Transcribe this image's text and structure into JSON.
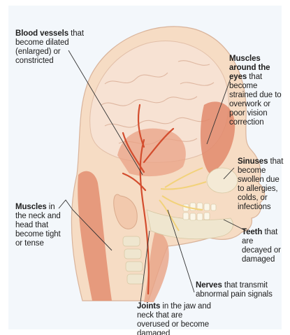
{
  "labels": {
    "blood_vessels": {
      "title": "Blood vessels",
      "text": "that become dilated (enlarged) or constricted"
    },
    "muscles_eyes": {
      "title": "Muscles around the eyes",
      "text": "that become strained due to overwork or poor vision correction"
    },
    "sinuses": {
      "title": "Sinuses",
      "text": "that become swollen due to allergies, colds, or infections"
    },
    "muscles_neck": {
      "title": "Muscles",
      "text": "in the neck and head that become tight or tense"
    },
    "teeth": {
      "title": "Teeth",
      "text": "that are decayed or damaged"
    },
    "nerves": {
      "title": "Nerves",
      "text": "that transmit abnormal pain signals"
    },
    "joints": {
      "title": "Joints",
      "text": "in the jaw and neck that are overused or become damaged"
    }
  },
  "colors": {
    "panel": "#f3f7fb",
    "skin": "#f6dcc4",
    "skin_dark": "#e8bfa0",
    "muscle": "#e28a6c",
    "vessel": "#d34d2e",
    "nerve": "#f2d27a",
    "bone": "#efe6cf",
    "brain": "#f7e2d3"
  }
}
